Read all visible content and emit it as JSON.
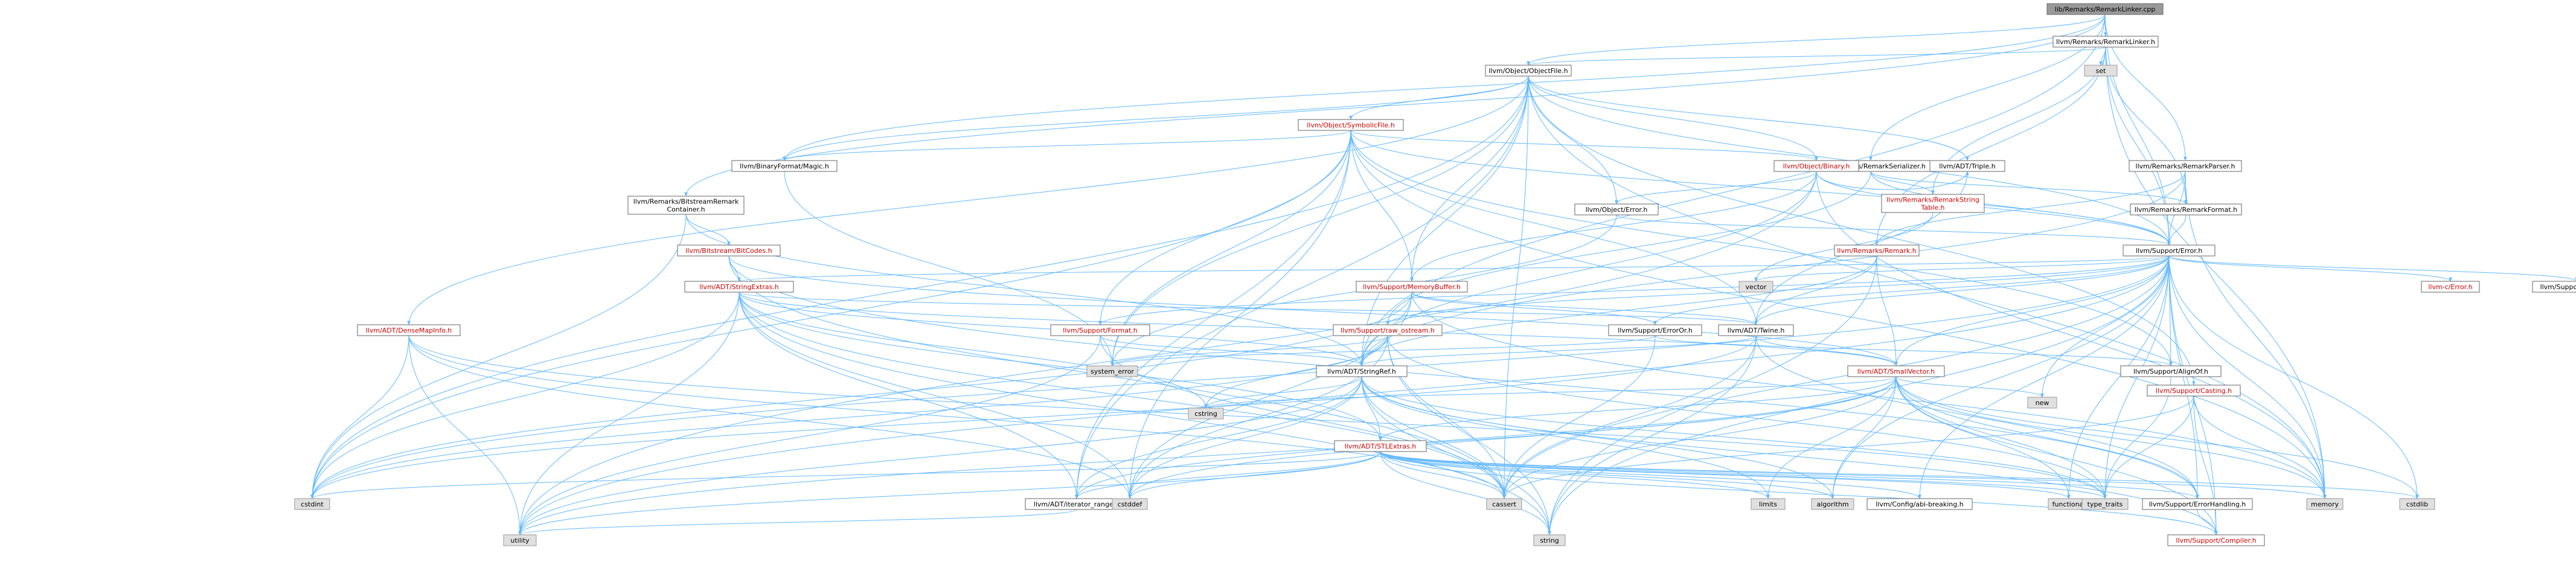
{
  "colors": {
    "root_fill": "#999999",
    "node_fill": "#ffffff",
    "node_stroke": "#666666",
    "system_fill": "#e0e0e0",
    "system_stroke": "#999999",
    "link_text": "#000000",
    "red_text": "#cc0000",
    "edge": "#63b8ff",
    "arrow": "#63b8ff"
  },
  "nodes": [
    {
      "id": "root",
      "label": "lib/Remarks/RemarkLinker.cpp",
      "kind": "root"
    },
    {
      "id": "linkerh",
      "label": "llvm/Remarks/RemarkLinker.h",
      "kind": "normal"
    },
    {
      "id": "set",
      "label": "set",
      "kind": "system"
    },
    {
      "id": "objfile",
      "label": "llvm/Object/ObjectFile.h",
      "kind": "normal"
    },
    {
      "id": "serializer",
      "label": "llvm/Remarks/RemarkSerializer.h",
      "kind": "normal"
    },
    {
      "id": "parser",
      "label": "llvm/Remarks/RemarkParser.h",
      "kind": "normal"
    },
    {
      "id": "symfile",
      "label": "llvm/Object/SymbolicFile.h",
      "kind": "red"
    },
    {
      "id": "magic",
      "label": "llvm/BinaryFormat/Magic.h",
      "kind": "normal"
    },
    {
      "id": "binary",
      "label": "llvm/Object/Binary.h",
      "kind": "red"
    },
    {
      "id": "triple",
      "label": "llvm/ADT/Triple.h",
      "kind": "normal"
    },
    {
      "id": "strtab",
      "label": "llvm/Remarks/RemarkString\nTable.h",
      "kind": "red"
    },
    {
      "id": "format",
      "label": "llvm/Remarks/RemarkFormat.h",
      "kind": "normal"
    },
    {
      "id": "bitcont",
      "label": "llvm/Remarks/BitstreamRemark\nContainer.h",
      "kind": "normal"
    },
    {
      "id": "objerr",
      "label": "llvm/Object/Error.h",
      "kind": "normal"
    },
    {
      "id": "supperr",
      "label": "llvm/Support/Error.h",
      "kind": "normal"
    },
    {
      "id": "bitcodes",
      "label": "llvm/Bitstream/BitCodes.h",
      "kind": "red"
    },
    {
      "id": "remark",
      "label": "llvm/Remarks/Remark.h",
      "kind": "red"
    },
    {
      "id": "strext",
      "label": "llvm/ADT/StringExtras.h",
      "kind": "red"
    },
    {
      "id": "membuf",
      "label": "llvm/Support/MemoryBuffer.h",
      "kind": "red"
    },
    {
      "id": "vector",
      "label": "vector",
      "kind": "system"
    },
    {
      "id": "cerror",
      "label": "llvm-c/Error.h",
      "kind": "red"
    },
    {
      "id": "debug",
      "label": "llvm/Support/Debug.h",
      "kind": "normal"
    },
    {
      "id": "densemap",
      "label": "llvm/ADT/DenseMapInfo.h",
      "kind": "red"
    },
    {
      "id": "suppfmt",
      "label": "llvm/Support/Format.h",
      "kind": "red"
    },
    {
      "id": "rawos",
      "label": "llvm/Support/raw_ostream.h",
      "kind": "red"
    },
    {
      "id": "erroror",
      "label": "llvm/Support/ErrorOr.h",
      "kind": "normal"
    },
    {
      "id": "twine",
      "label": "llvm/ADT/Twine.h",
      "kind": "normal"
    },
    {
      "id": "syserr",
      "label": "system_error",
      "kind": "system"
    },
    {
      "id": "strref",
      "label": "llvm/ADT/StringRef.h",
      "kind": "normal"
    },
    {
      "id": "smallvec",
      "label": "llvm/ADT/SmallVector.h",
      "kind": "red"
    },
    {
      "id": "alignof",
      "label": "llvm/Support/AlignOf.h",
      "kind": "normal"
    },
    {
      "id": "casting",
      "label": "llvm/Support/Casting.h",
      "kind": "red"
    },
    {
      "id": "new",
      "label": "new",
      "kind": "system"
    },
    {
      "id": "cstring",
      "label": "cstring",
      "kind": "system"
    },
    {
      "id": "stlext",
      "label": "llvm/ADT/STLExtras.h",
      "kind": "red"
    },
    {
      "id": "cstdint",
      "label": "cstdint",
      "kind": "system"
    },
    {
      "id": "iterrange",
      "label": "llvm/ADT/iterator_range.h",
      "kind": "normal"
    },
    {
      "id": "cstddef",
      "label": "cstddef",
      "kind": "system"
    },
    {
      "id": "cassert",
      "label": "cassert",
      "kind": "system"
    },
    {
      "id": "limits",
      "label": "limits",
      "kind": "system"
    },
    {
      "id": "algorithm",
      "label": "algorithm",
      "kind": "system"
    },
    {
      "id": "abibreak",
      "label": "llvm/Config/abi-breaking.h",
      "kind": "normal"
    },
    {
      "id": "functional",
      "label": "functional",
      "kind": "system"
    },
    {
      "id": "typetraits",
      "label": "type_traits",
      "kind": "system"
    },
    {
      "id": "errhandling",
      "label": "llvm/Support/ErrorHandling.h",
      "kind": "normal"
    },
    {
      "id": "cstdlib",
      "label": "cstdlib",
      "kind": "system"
    },
    {
      "id": "memory",
      "label": "memory",
      "kind": "system"
    },
    {
      "id": "utility",
      "label": "utility",
      "kind": "system"
    },
    {
      "id": "string",
      "label": "string",
      "kind": "system"
    },
    {
      "id": "compiler",
      "label": "llvm/Support/Compiler.h",
      "kind": "red"
    }
  ]
}
